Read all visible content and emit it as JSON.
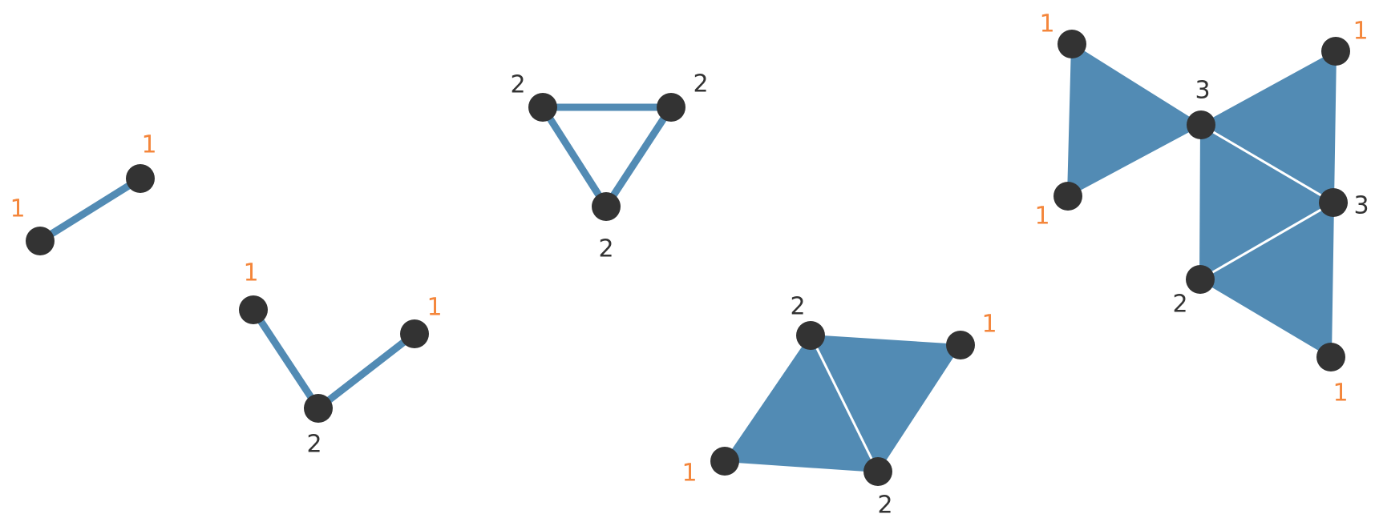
{
  "style": {
    "edge_color": "#528bb4",
    "face_color": "#528bb4",
    "inner_edge_color": "#ffffff",
    "node_color": "#333333",
    "leaf_label_color": "#f4863b",
    "interior_label_color": "#333333"
  },
  "components": [
    {
      "id": "single-edge",
      "nodes": [
        {
          "id": "a",
          "label": "1",
          "kind": "leaf"
        },
        {
          "id": "b",
          "label": "1",
          "kind": "leaf"
        }
      ]
    },
    {
      "id": "path-three",
      "nodes": [
        {
          "id": "a",
          "label": "1",
          "kind": "leaf"
        },
        {
          "id": "b",
          "label": "2",
          "kind": "interior"
        },
        {
          "id": "c",
          "label": "1",
          "kind": "leaf"
        }
      ]
    },
    {
      "id": "triangle-outline",
      "nodes": [
        {
          "id": "a",
          "label": "2",
          "kind": "interior"
        },
        {
          "id": "b",
          "label": "2",
          "kind": "interior"
        },
        {
          "id": "c",
          "label": "2",
          "kind": "interior"
        }
      ]
    },
    {
      "id": "two-triangles",
      "nodes": [
        {
          "id": "a",
          "label": "2",
          "kind": "interior"
        },
        {
          "id": "b",
          "label": "1",
          "kind": "leaf"
        },
        {
          "id": "c",
          "label": "1",
          "kind": "leaf"
        },
        {
          "id": "d",
          "label": "2",
          "kind": "interior"
        }
      ]
    },
    {
      "id": "four-triangles",
      "nodes": [
        {
          "id": "a",
          "label": "1",
          "kind": "leaf"
        },
        {
          "id": "b",
          "label": "1",
          "kind": "leaf"
        },
        {
          "id": "c",
          "label": "1",
          "kind": "leaf"
        },
        {
          "id": "d",
          "label": "3",
          "kind": "interior"
        },
        {
          "id": "e",
          "label": "3",
          "kind": "interior"
        },
        {
          "id": "f",
          "label": "2",
          "kind": "interior"
        },
        {
          "id": "g",
          "label": "1",
          "kind": "leaf"
        }
      ]
    }
  ]
}
